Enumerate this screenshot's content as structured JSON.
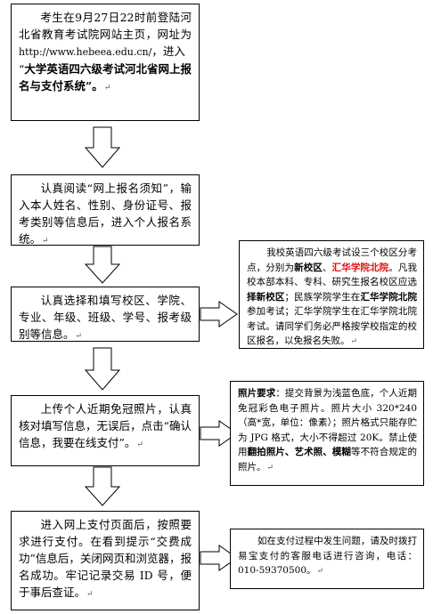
{
  "steps": [
    {
      "t1": "考生在9月27日22时前登陆河北省教育考试院网站主页，网址为",
      "url": "http://www.hebeea.edu.cn/",
      "t2": "，进入",
      "q_open": "“",
      "bold": "大学英语四六级考试河北省网上报名与支付系统",
      "q_close": "”。",
      "mark": "↵"
    },
    {
      "text": "认真阅读“网上报名须知”，输入本人姓名、性别、身份证号、报考类别等信息后，进入个人报名系统。",
      "mark": "↵"
    },
    {
      "text": "认真选择和填写校区、学院、专业、年级、班级、学号、报考级别等信息。",
      "mark": "↵"
    },
    {
      "text": "上传个人近期免冠照片，认真核对填写信息，无误后，点击“确认信息，我要在线支付”。",
      "mark": "↵"
    },
    {
      "text": "进入网上支付页面后，按照要求进行支付。在看到提示“交费成功”信息后，关闭网页和浏览器，报名成功。牢记记录交易 ID 号，便于事后查证。",
      "mark": "↵"
    }
  ],
  "notes": {
    "campus": {
      "p1": "我校英语四六级考试设三个校区分考点，分别为",
      "new_campus": "新校区",
      "sep": "、",
      "huihua": "汇华学院北院",
      "p2": "。凡我校本部本科、专科、研究生报名校区应选",
      "sel_new": "择新校区",
      "p3": "；民族学院学生在",
      "huihua2": "汇华学院北院",
      "p4": "参加考试；汇华学院学生在汇华学院北院考试。请同学们务必严格按学校指定的校区报名，以免报名失败。",
      "mark": "↵"
    },
    "photo": {
      "label": "照片要求",
      "p1": "：提交背景为浅蓝色底，个人近期免冠彩色电子照片。照片大小 320*240（高*宽，单位：像素）；照片格式只能存贮为 JPG 格式，大小不得超过 20K。禁止使用",
      "bad": "翻拍照片、艺术照、模糊",
      "p2": "等不符合规定的照片。",
      "mark": "↵"
    },
    "help": {
      "text": "如在支付过程中发生问题，请及时拨打易宝支付的客服电话进行咨询，电话：010-59370500。",
      "mark": "↵"
    }
  }
}
